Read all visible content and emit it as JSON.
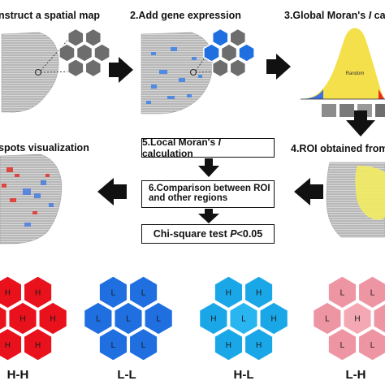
{
  "steps": {
    "s1": "nstruct a spatial map",
    "s2": "2.Add gene expression",
    "s3_prefix": "3.Global Moran's ",
    "s3_italic": "I",
    "s3_suffix": " calcu",
    "s4": "4.ROI obtained from S",
    "s5_prefix": "5.Local Moran's ",
    "s5_italic": "I",
    "s5_suffix": " calculation",
    "s6_line1": "6.Comparison between ROI",
    "s6_line2": "and other regions",
    "s7_prefix": "Chi-square test  ",
    "s7_italic": "P",
    "s7_suffix": "<0.05",
    "hotspots": "spots visualization"
  },
  "curve_label": "Random",
  "hex_letters": {
    "hh": "H",
    "ll": "L",
    "hl_center": "L",
    "hl_outer": "H",
    "lh_center": "H",
    "lh_outer": "L"
  },
  "categories": [
    "H-H",
    "L-L",
    "H-L",
    "L-H"
  ],
  "colors": {
    "hh": "#e8111c",
    "ll": "#1f6fe0",
    "hl_outer": "#1aa7e8",
    "hl_center": "#29b6f0",
    "lh_outer": "#ee95a4",
    "lh_center": "#f4a8b4",
    "hex_gray": "#6d6d6d",
    "tissue": "#bcbcbc",
    "yellow_roi": "#f2ec62"
  }
}
